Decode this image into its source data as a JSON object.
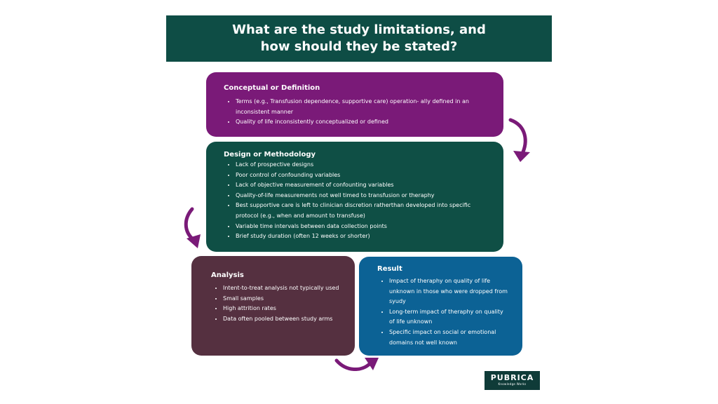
{
  "title": {
    "line1": "What are the study limitations, and",
    "line2": "how should they be stated?"
  },
  "boxes": {
    "conceptual": {
      "heading": "Conceptual or Definition",
      "items": [
        "Terms (e.g., Transfusion dependence, supportive care) operation- ally defined in an inconsistent manner",
        "Quality of life inconsistently conceptualized or defined"
      ]
    },
    "design": {
      "heading": "Design or Methodology",
      "items": [
        "Lack of prospective designs",
        "Poor control of confounding variables",
        "Lack of objective measurement of confounting variables",
        "Quality-of-life measurements not well timed to transfusion or theraphy",
        "Best supportive care is left to clinician discretion ratherthan developed into specific protocol (e.g., when and amount to transfuse)",
        "Variable time intervals between data collection points",
        "Brief study duration (often 12 weeks or shorter)"
      ]
    },
    "analysis": {
      "heading": "Analysis",
      "items": [
        "Intent-to-treat analysis not typically used",
        "Small samples",
        "High attrition rates",
        "Data often pooled between study arms"
      ]
    },
    "result": {
      "heading": "Result",
      "items": [
        "Impact of theraphy on quality of life unknown in those who were dropped from syudy",
        "Long-term impact of theraphy on quality of life unknown",
        "Specific impact on social or emotional domains not well known"
      ]
    }
  },
  "logo": {
    "name": "PUBRICA",
    "tagline": "Knowledge Works"
  },
  "colors": {
    "title_bg": "#0e4d45",
    "conceptual_bg": "#7a1a78",
    "design_bg": "#0f4f45",
    "analysis_bg": "#553040",
    "result_bg": "#0c6295",
    "arrow": "#7a1a78"
  }
}
